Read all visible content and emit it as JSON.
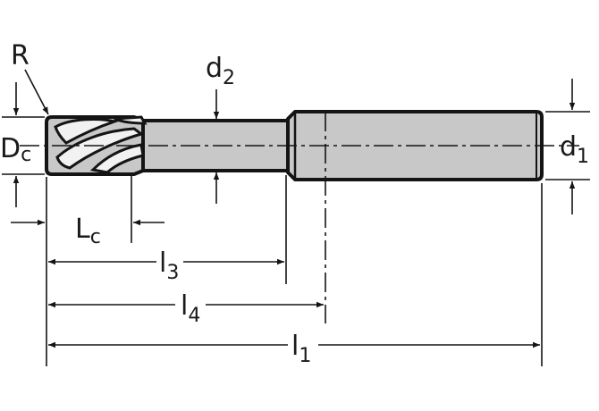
{
  "labels": {
    "r": "R",
    "dc_main": "D",
    "dc_sub": "c",
    "d2_main": "d",
    "d2_sub": "2",
    "d1_main": "d",
    "d1_sub": "1",
    "lc_main": "L",
    "lc_sub": "c",
    "l3_main": "l",
    "l3_sub": "3",
    "l4_main": "l",
    "l4_sub": "4",
    "l1_main": "l",
    "l1_sub": "1"
  },
  "colors": {
    "tool_fill": "#c8c8c8",
    "outline": "#141414",
    "flute_highlight": "#f2f2f2"
  }
}
